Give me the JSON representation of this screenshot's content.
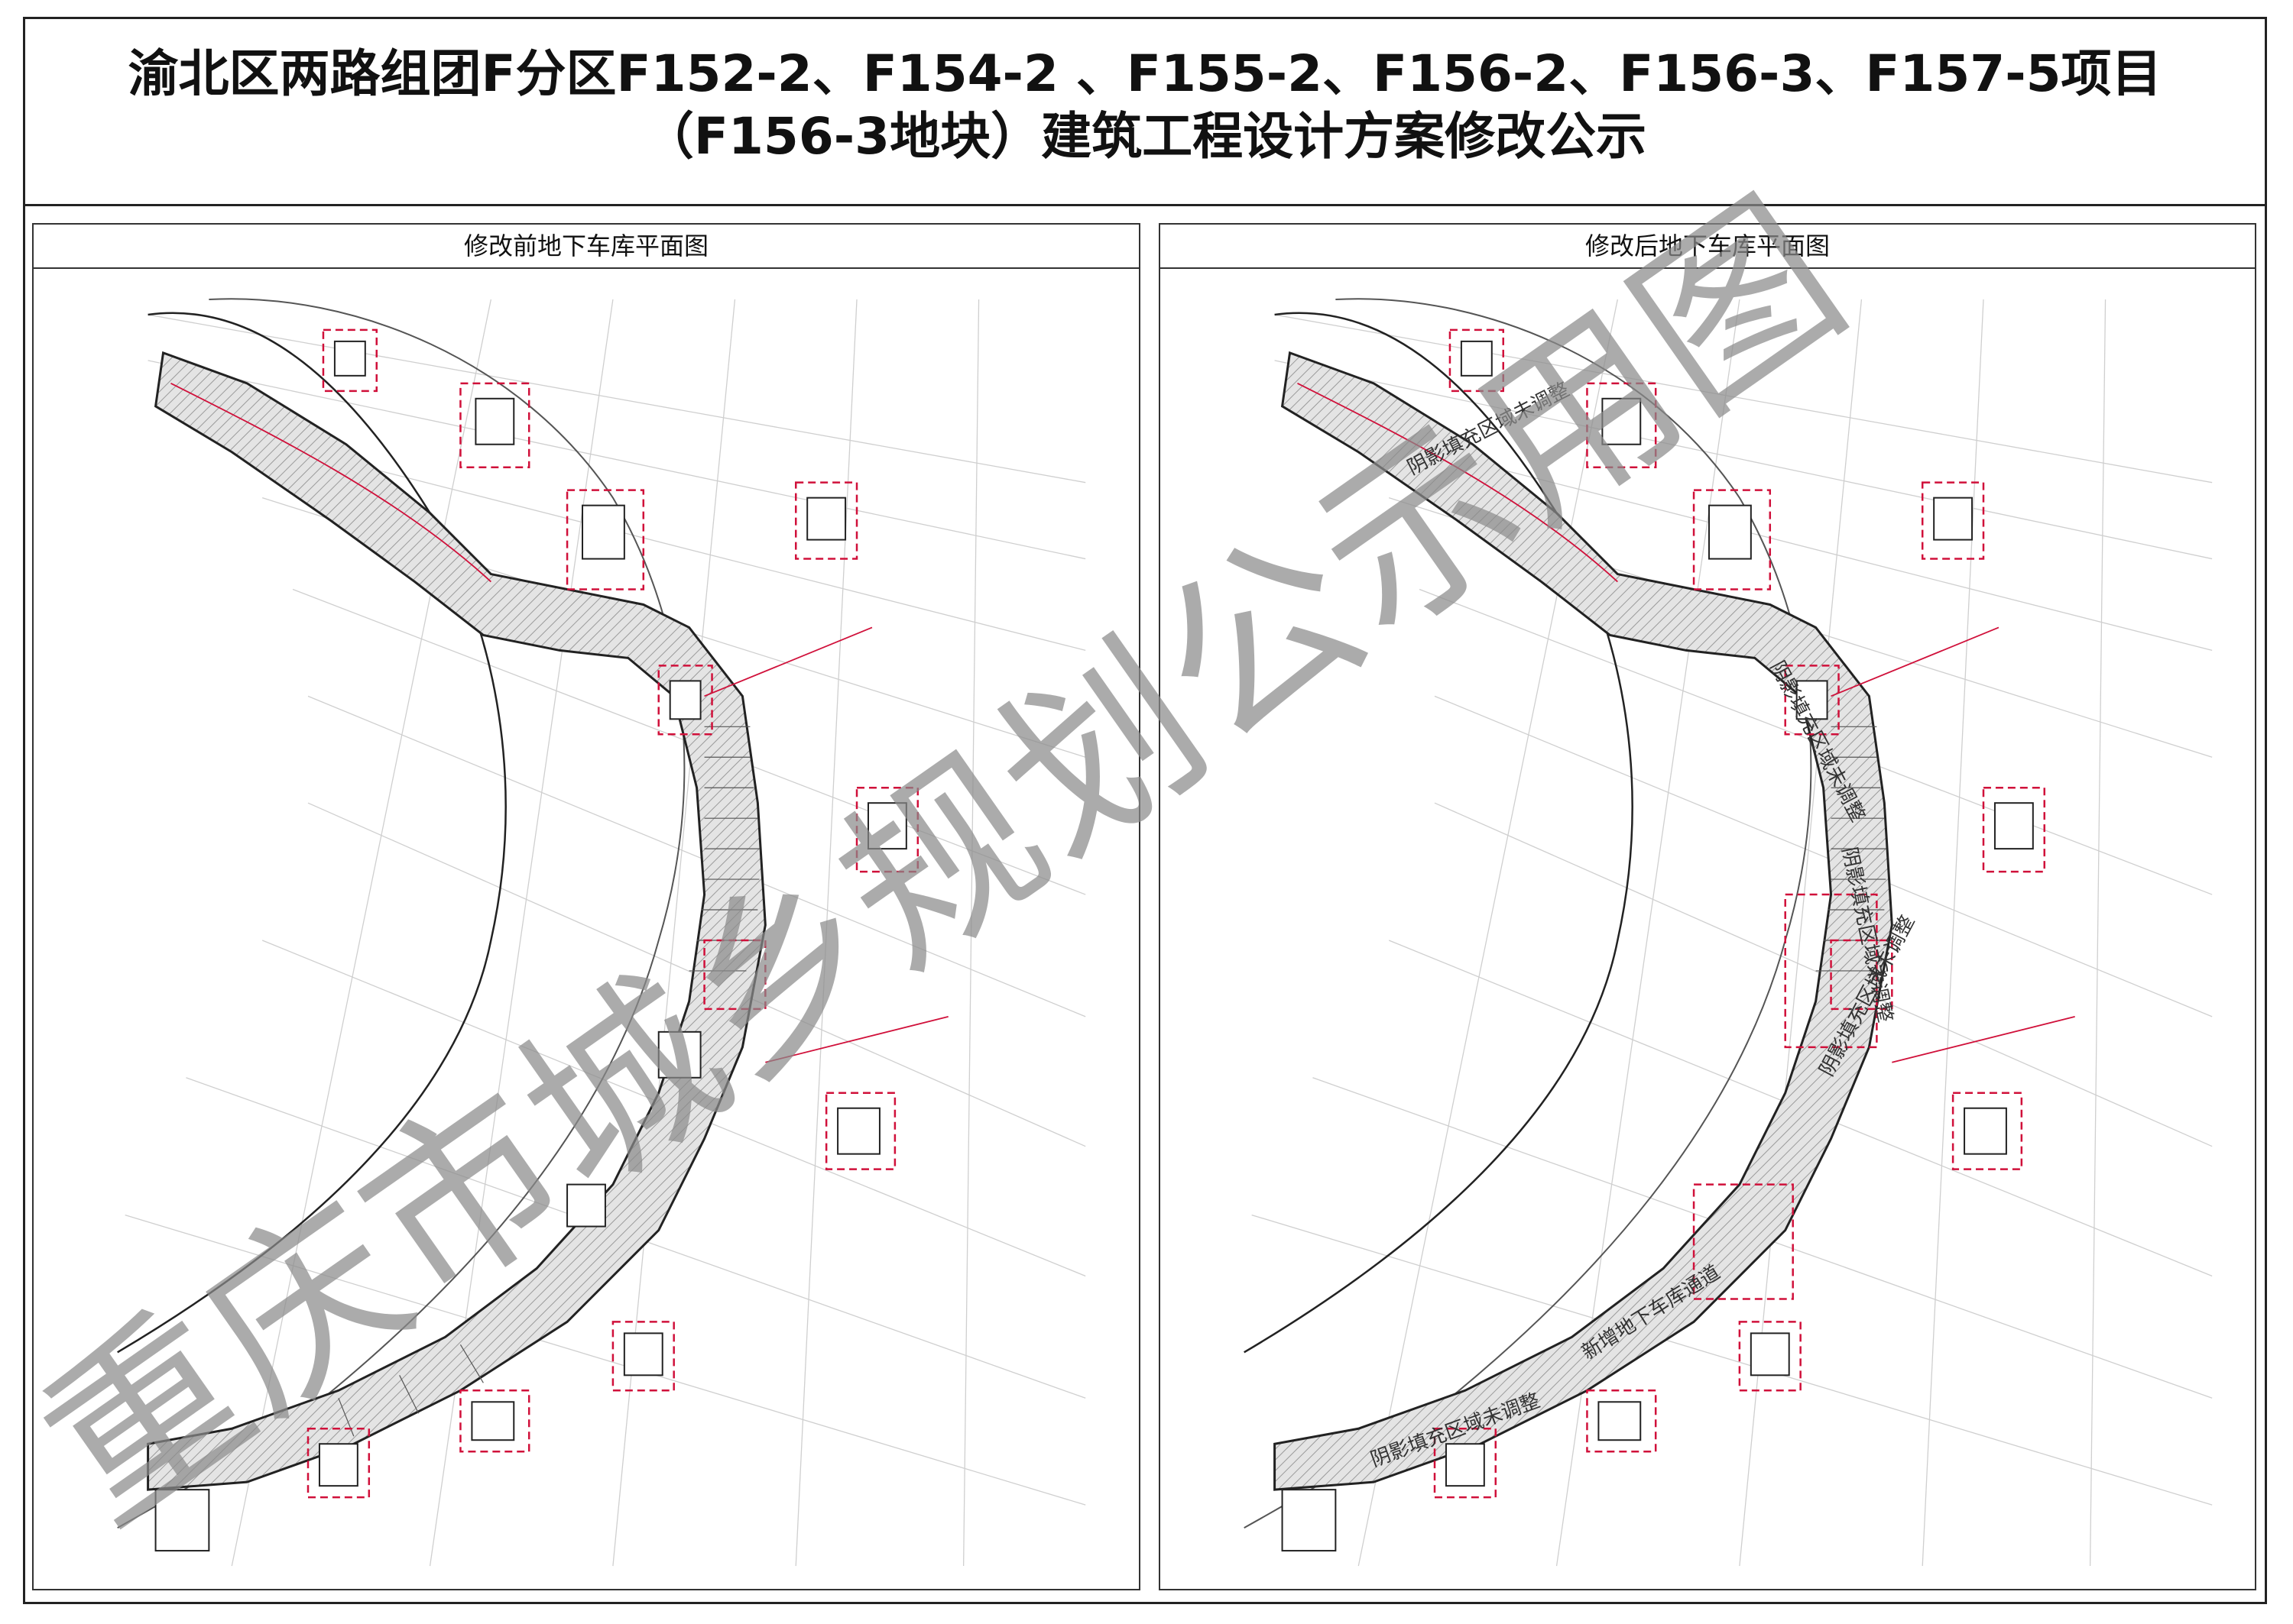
{
  "title": {
    "line1": "渝北区两路组团F分区F152-2、F154-2 、F155-2、F156-2、F156-3、F157-5项目",
    "line2": "（F156-3地块）建筑工程设计方案修改公示"
  },
  "panels": {
    "left": {
      "heading": "修改前地下车库平面图"
    },
    "right": {
      "heading": "修改后地下车库平面图",
      "annotations": [
        "阴影填充区域未调整",
        "阴影填充区域未调整",
        "阴影填充区域未调整",
        "阴影填充区域未调整",
        "新增地下车库通道",
        "阴影填充区域未调整"
      ]
    }
  },
  "watermark": {
    "text": "重庆市城乡规划公示用图",
    "color": "#8a8a8a"
  },
  "colors": {
    "line": "#333333",
    "hatch": "#bdbdbd",
    "redline": "#d0103a"
  }
}
